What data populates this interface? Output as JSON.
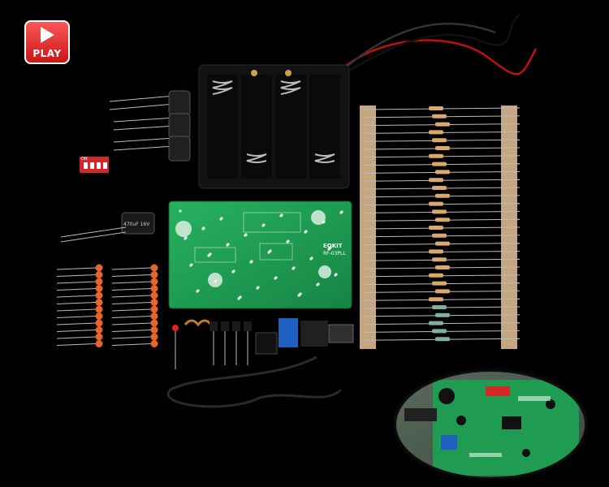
{
  "play_button": {
    "label": "PLAY",
    "icon": "play-icon"
  },
  "labels": {
    "pcb_brand": "EOKIT",
    "pcb_model": "RF-03PLL",
    "capacitor": "470uF 16V",
    "dip_switch": "ON"
  },
  "colors": {
    "pcb_green": "#1f9c52",
    "background": "#000000",
    "play_red": "#d62020",
    "tape": "#d9b88f"
  }
}
